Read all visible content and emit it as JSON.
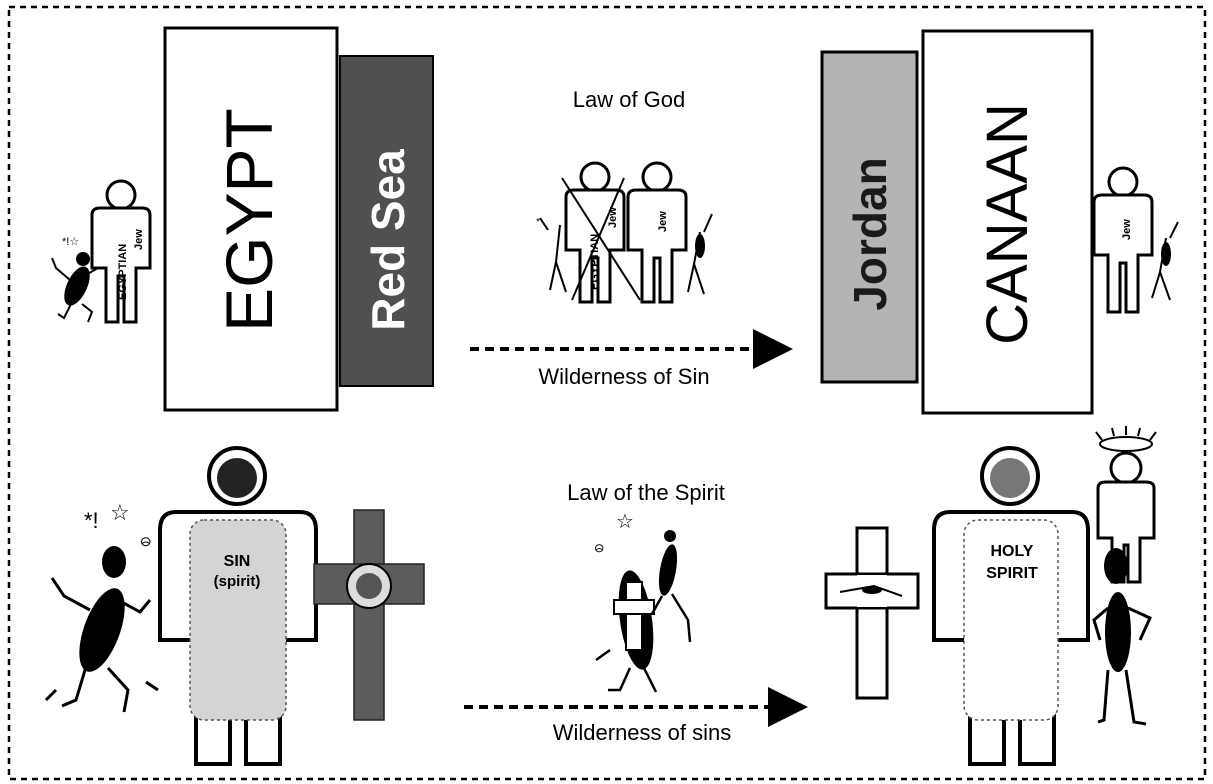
{
  "top_row": {
    "egypt": "EGYPT",
    "red_sea": "Red Sea",
    "law": "Law of God",
    "wilderness": "Wilderness of Sin",
    "jordan": "Jordan",
    "canaan": "CANAAN",
    "egyptian_label": "EGYPTIAN",
    "jew_label": "Jew"
  },
  "bottom_row": {
    "sin_label": "SIN",
    "sin_sub": "(spirit)",
    "law": "Law of the Spirit",
    "wilderness": "Wilderness of sins",
    "holy_label": "HOLY",
    "spirit_label": "SPIRIT"
  },
  "colors": {
    "red_sea": "#505050",
    "jordan": "#b4b4b4",
    "cross_dark": "#5c5c5c",
    "sin_fill": "#d4d4d4"
  }
}
